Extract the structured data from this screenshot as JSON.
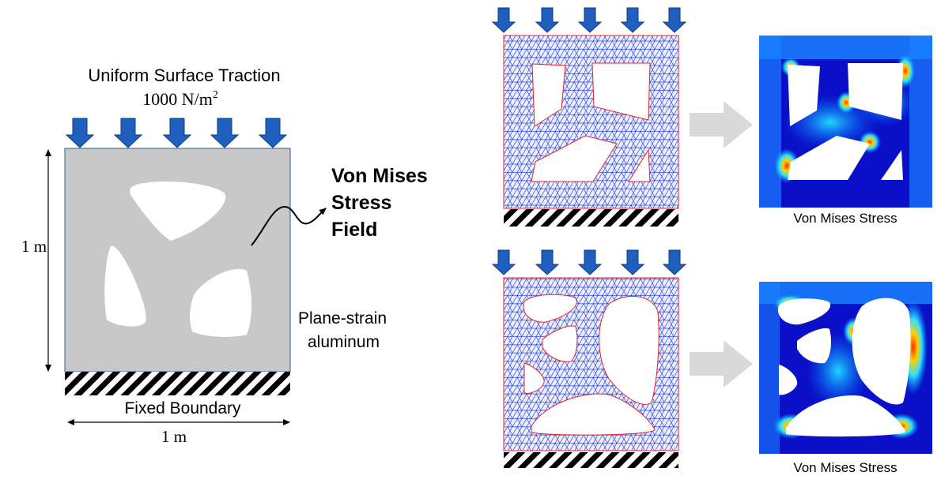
{
  "left_panel": {
    "traction_title": "Uniform Surface Traction",
    "traction_value": "1000 N/m",
    "traction_exponent": "2",
    "height_label": "1 m",
    "width_label": "1 m",
    "fixed_label": "Fixed Boundary",
    "material_line1": "Plane-strain",
    "material_line2": "aluminum",
    "field_line1": "Von Mises",
    "field_line2": "Stress",
    "field_line3": "Field"
  },
  "right_panel": {
    "top_caption": "Von Mises Stress",
    "bottom_caption": "Von Mises Stress"
  },
  "colors": {
    "domain_gray": "#c8c8c8",
    "load_arrow_blue": "#1f5fc0",
    "mesh_blue": "#2b46e0",
    "mesh_boundary_red": "#e8202a",
    "field_blue": "#0a10c8",
    "process_arrow_gray": "#d9d9d9"
  }
}
